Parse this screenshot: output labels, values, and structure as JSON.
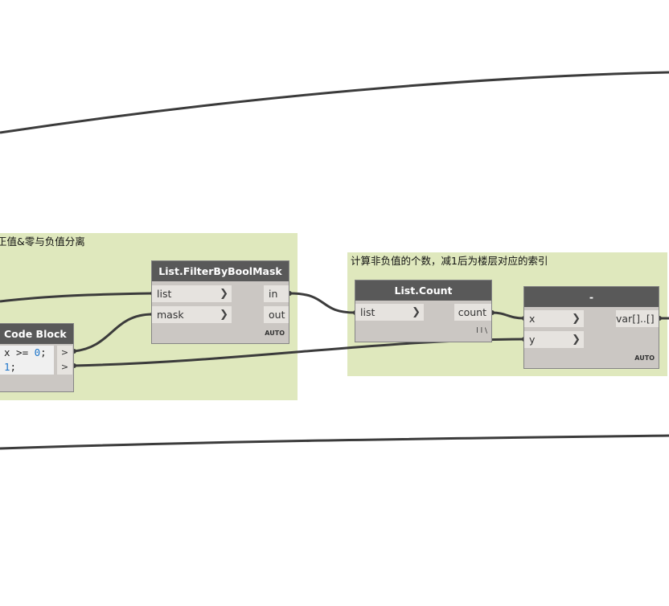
{
  "groups": [
    {
      "title": "正值&零与负值分离"
    },
    {
      "title": "计算非负值的个数，减1后为楼层对应的索引"
    }
  ],
  "nodes": {
    "code_block": {
      "title": "Code Block",
      "line1_pre": "x >= ",
      "line1_num": "0",
      "line1_post": ";",
      "line2_num": "1",
      "line2_post": ";",
      "out1": ">",
      "out2": ">"
    },
    "filter": {
      "title": "List.FilterByBoolMask",
      "inputs": [
        "list",
        "mask"
      ],
      "outputs": [
        "in",
        "out"
      ],
      "lacing": "AUTO"
    },
    "count": {
      "title": "List.Count",
      "inputs": [
        "list"
      ],
      "outputs": [
        "count"
      ],
      "lacing": "l l \\"
    },
    "minus": {
      "title": "-",
      "inputs": [
        "x",
        "y"
      ],
      "outputs": [
        "var[]..[]"
      ],
      "lacing": "AUTO"
    }
  },
  "colors": {
    "group_fill": "#dfe8bd",
    "node_header": "#595959",
    "node_body": "#cbc7c3",
    "wire": "#3b3b3b",
    "number": "#1a73c9"
  }
}
